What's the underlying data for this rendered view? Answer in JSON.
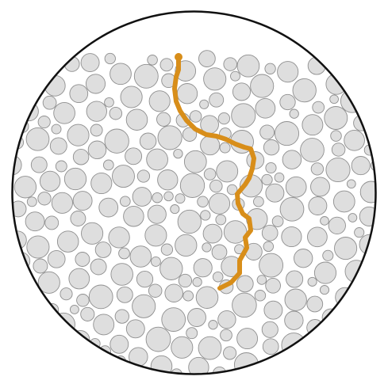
{
  "colors": {
    "background": "#ffffff",
    "container_stroke": "#111111",
    "particle_fill": "#dedede",
    "particle_stroke": "#8f8f8f",
    "path_color": "#d88e1a"
  },
  "diagram": {
    "container": "circular-cross-section",
    "medium": "packed-circular-particles",
    "trajectory": "meandering-path-from-top-surface"
  }
}
